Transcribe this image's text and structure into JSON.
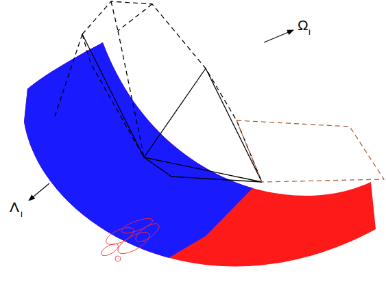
{
  "diagram": {
    "labels": [
      "Ω",
      "i",
      "Λ",
      "i"
    ]
  }
}
